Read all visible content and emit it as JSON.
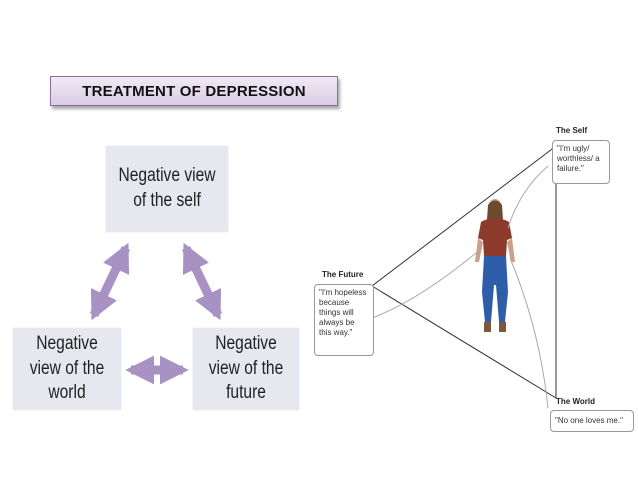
{
  "title": "TREATMENT OF DEPRESSION",
  "triad": {
    "self": "Negative view of the self",
    "world": "Negative view of the world",
    "future": "Negative view of the future"
  },
  "figure": {
    "self_label": "The Self",
    "self_quote": "\"I'm ugly/ worthless/ a failure.\"",
    "future_label": "The Future",
    "future_quote": "\"I'm hopeless because things will always be this way.\"",
    "world_label": "The World",
    "world_quote": "\"No one loves me.\""
  },
  "colors": {
    "arrow": "#a892c4",
    "node_fill": "#e7e7ef",
    "title_border": "#8a6fa6",
    "shirt": "#8b3a2c",
    "jeans": "#2f5ea8"
  }
}
